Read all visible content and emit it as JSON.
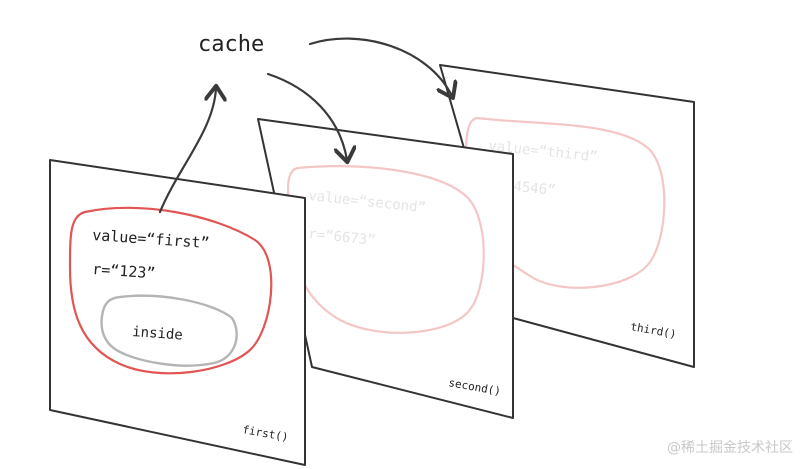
{
  "diagram": {
    "cache_label": "cache",
    "frames": {
      "first": {
        "value_line": "value=“first”",
        "r_line": "r=“123”",
        "inner_label": "inside",
        "caption": "first()"
      },
      "second": {
        "value_line": "value=“second”",
        "r_line": "r=“6673”",
        "caption": "second()"
      },
      "third": {
        "value_line": "value=“third”",
        "r_line": "r=“4546”",
        "caption": "third()"
      }
    },
    "watermark": "@稀土掘金技术社区"
  },
  "colors": {
    "frame_stroke": "#333333",
    "active_scope": "#e25555",
    "faded_scope": "#f5c6c6",
    "faded_text": "#e4e4e4",
    "inner_scope": "#b5b5b5",
    "arrow": "#3a3a3a",
    "watermark": "#c8c8c8"
  },
  "icons": {
    "arrow": "curved-arrow-icon"
  }
}
